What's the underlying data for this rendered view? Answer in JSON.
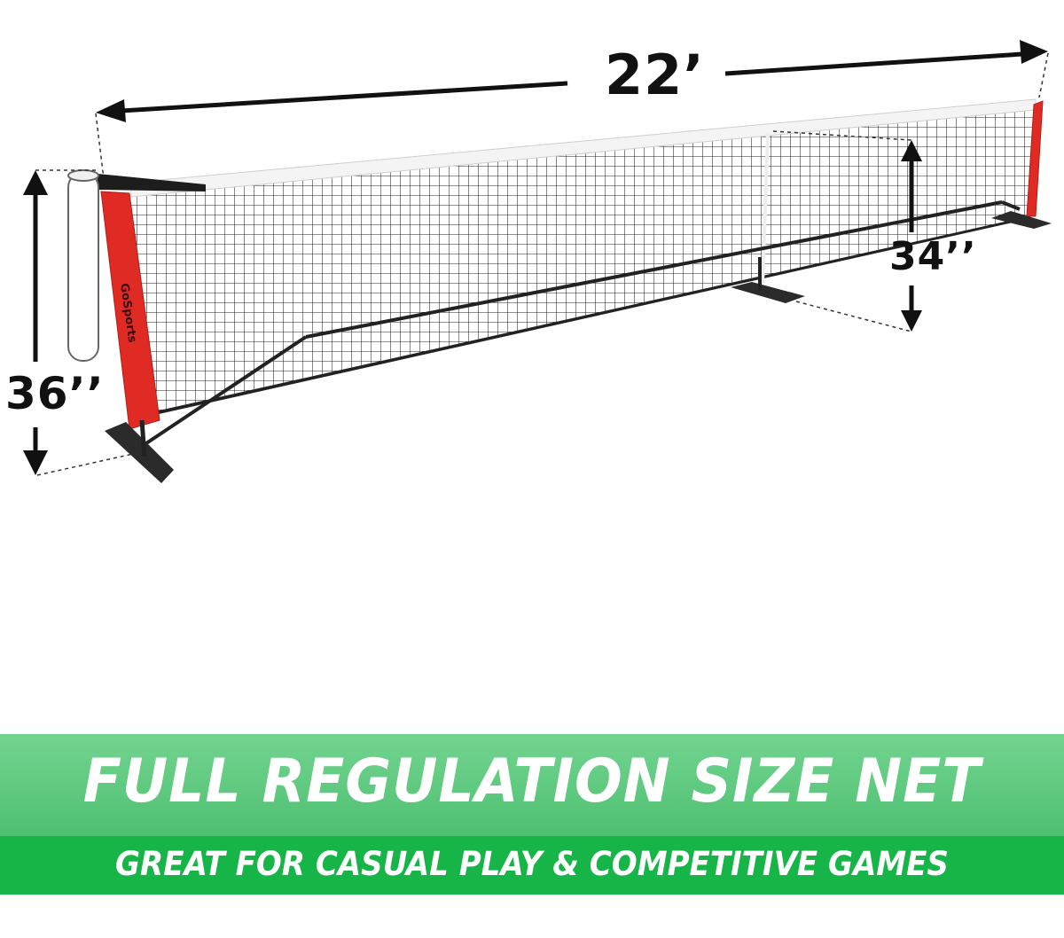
{
  "dimensions": {
    "width": "22’",
    "left_height": "36’’",
    "right_height": "34’’"
  },
  "brand": "GoSports",
  "banner": {
    "headline": "FULL REGULATION SIZE NET",
    "subline": "GREAT FOR CASUAL PLAY & COMPETITIVE GAMES"
  },
  "colors": {
    "net_side_red": "#e02a24",
    "banner_green_light": "#5fc97f",
    "banner_green_dark": "#17b548",
    "text_dark": "#111111"
  }
}
